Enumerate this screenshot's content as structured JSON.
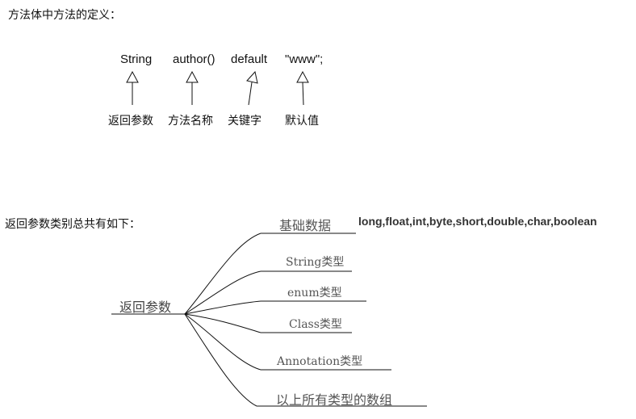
{
  "section1": {
    "heading": "方法体中方法的定义：",
    "tokens": [
      {
        "code": "String",
        "label": "返回参数"
      },
      {
        "code": "author()",
        "label": "方法名称"
      },
      {
        "code": "default",
        "label": "关键字"
      },
      {
        "code": "\"www\";",
        "label": "默认值"
      }
    ]
  },
  "section2": {
    "heading": "返回参数类别总共有如下：",
    "root": "返回参数",
    "branches": [
      {
        "label": "基础数据",
        "detail": "long,float,int,byte,short,double,char,boolean"
      },
      {
        "label": "String类型"
      },
      {
        "label": "enum类型"
      },
      {
        "label": "Class类型"
      },
      {
        "label": "Annotation类型"
      },
      {
        "label": "以上所有类型的数组"
      }
    ]
  },
  "colors": {
    "line": "#111111",
    "underline": "#888888"
  }
}
